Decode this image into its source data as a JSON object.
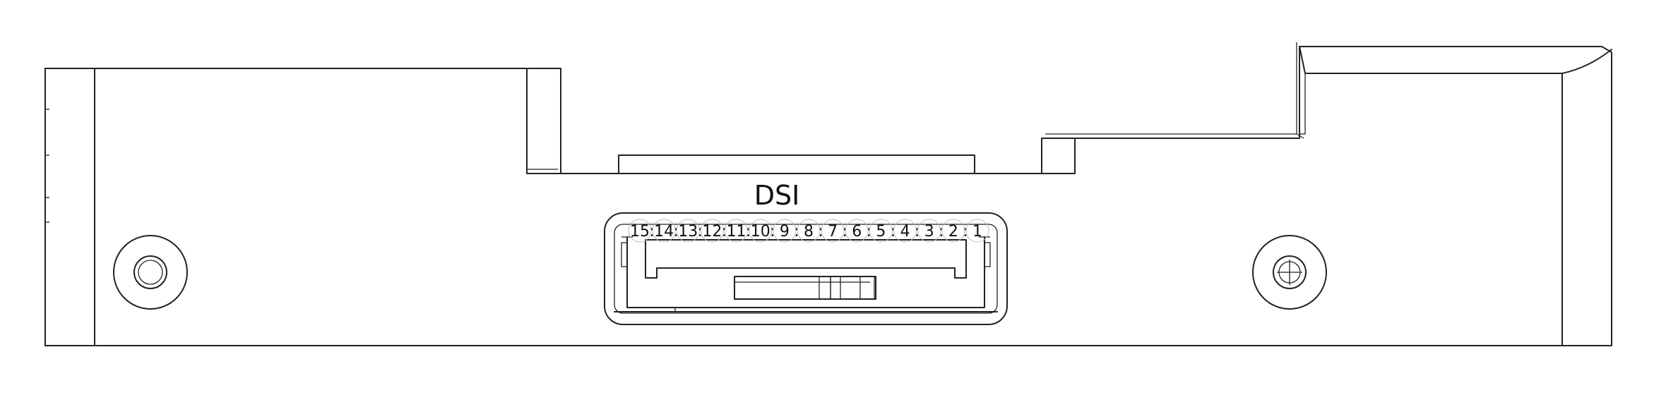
{
  "connector": {
    "label": "DSI",
    "pins": [
      "15",
      "14",
      "13",
      "12",
      "11",
      "10",
      "9",
      "8",
      "7",
      "6",
      "5",
      "4",
      "3",
      "2",
      "1"
    ]
  }
}
